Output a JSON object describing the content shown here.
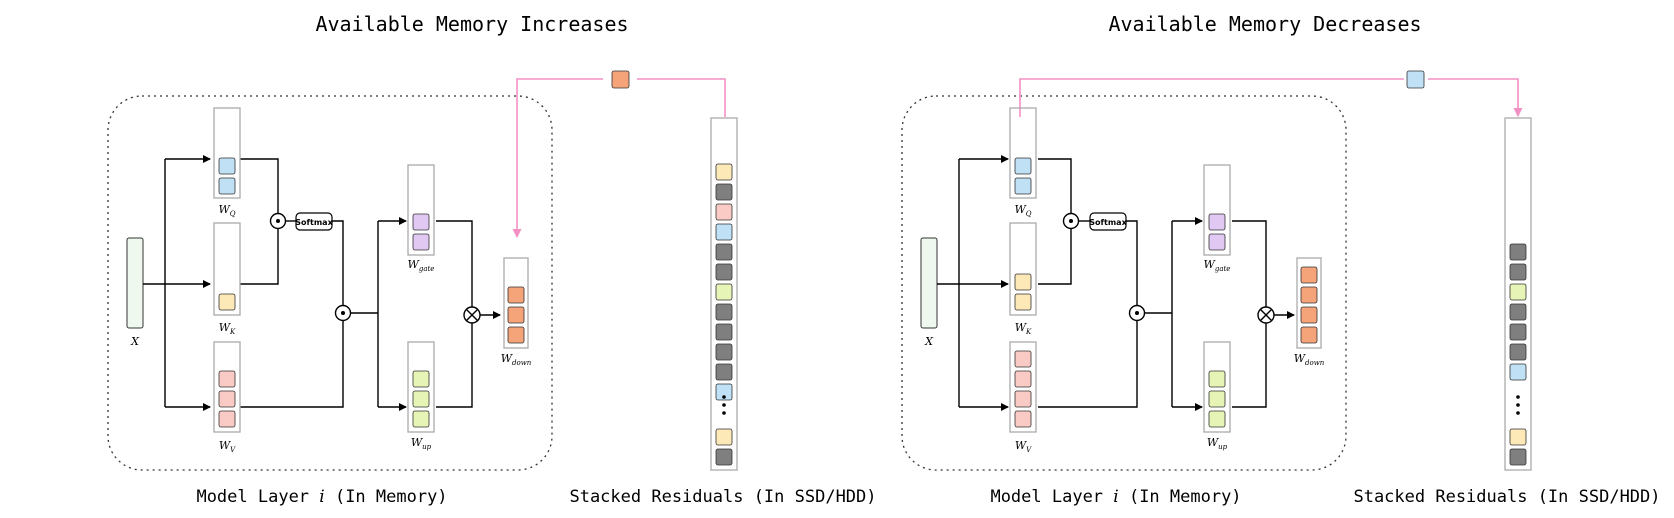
{
  "left": {
    "title": "Available Memory Increases",
    "layer_caption_prefix": "Model Layer ",
    "layer_caption_i": "i",
    "layer_caption_suffix": " (In Memory)",
    "stack_caption": "Stacked Residuals (In SSD/HDD)",
    "moving_block_color": "#F5A47A",
    "wq_blocks": [
      "#BFE0F5",
      "#BFE0F5"
    ],
    "wk_blocks": [
      "#FDE8B8"
    ],
    "wv_blocks": [
      "#F9CBC4",
      "#F9CBC4",
      "#F9CBC4"
    ],
    "wgate_blocks": [
      "#E1C8F2",
      "#E1C8F2"
    ],
    "wup_blocks": [
      "#E6F5B5",
      "#E6F5B5",
      "#E6F5B5"
    ],
    "wdown_blocks": [
      "#F5A47A",
      "#F5A47A",
      "#F5A47A"
    ],
    "stack_top": [
      "#FDE8B8",
      "#7F7F7F",
      "#F9CBC4",
      "#BFE0F5",
      "#7F7F7F",
      "#7F7F7F",
      "#E6F5B5",
      "#7F7F7F",
      "#7F7F7F",
      "#7F7F7F",
      "#7F7F7F",
      "#BFE0F5"
    ],
    "stack_bottom": [
      "#FDE8B8",
      "#7F7F7F"
    ]
  },
  "right": {
    "title": "Available Memory Decreases",
    "layer_caption_prefix": "Model Layer ",
    "layer_caption_i": "i",
    "layer_caption_suffix": " (In Memory)",
    "stack_caption": "Stacked Residuals (In SSD/HDD)",
    "moving_block_color": "#BFE0F5",
    "wq_blocks": [
      "#BFE0F5",
      "#BFE0F5"
    ],
    "wk_blocks": [
      "#FDE8B8",
      "#FDE8B8"
    ],
    "wv_blocks": [
      "#F9CBC4",
      "#F9CBC4",
      "#F9CBC4",
      "#F9CBC4"
    ],
    "wgate_blocks": [
      "#E1C8F2",
      "#E1C8F2"
    ],
    "wup_blocks": [
      "#E6F5B5",
      "#E6F5B5",
      "#E6F5B5"
    ],
    "wdown_blocks": [
      "#F5A47A",
      "#F5A47A",
      "#F5A47A",
      "#F5A47A"
    ],
    "stack_top": [
      "#7F7F7F",
      "#7F7F7F",
      "#E6F5B5",
      "#7F7F7F",
      "#7F7F7F",
      "#7F7F7F",
      "#BFE0F5"
    ],
    "stack_bottom": [
      "#FDE8B8",
      "#7F7F7F"
    ]
  },
  "labels": {
    "x": "X",
    "wq_main": "W",
    "wq_sub": "Q",
    "wk_main": "W",
    "wk_sub": "K",
    "wv_main": "W",
    "wv_sub": "V",
    "wgate_main": "W",
    "wgate_sub": "gate",
    "wup_main": "W",
    "wup_sub": "up",
    "wdown_main": "W",
    "wdown_sub": "down",
    "softmax": "Softmax"
  },
  "colors": {
    "arrow": "#F48FC4",
    "line": "#000000",
    "tube": "#AAAAAA",
    "x_fill": "#EEF8EE"
  }
}
